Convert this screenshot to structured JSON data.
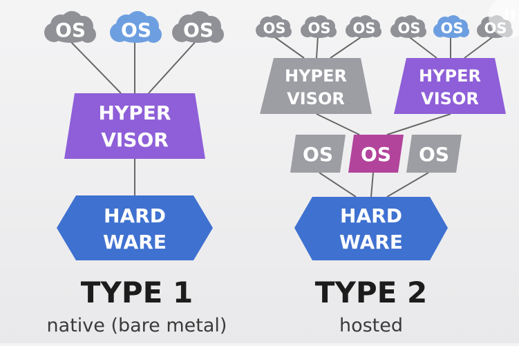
{
  "type1": {
    "os_labels": [
      "OS",
      "OS",
      "OS"
    ],
    "hypervisor": [
      "HYPER",
      "VISOR"
    ],
    "hardware": [
      "HARD",
      "WARE"
    ],
    "title": "TYPE 1",
    "subtitle": "native (bare metal)"
  },
  "type2": {
    "top_os_labels": [
      "OS",
      "OS",
      "OS",
      "OS",
      "OS",
      "OS"
    ],
    "hypervisor_left": [
      "HYPER",
      "VISOR"
    ],
    "hypervisor_right": [
      "HYPER",
      "VISOR"
    ],
    "mid_os_labels": [
      "OS",
      "OS",
      "OS"
    ],
    "hardware": [
      "HARD",
      "WARE"
    ],
    "title": "TYPE 2",
    "subtitle": "hosted"
  },
  "colors": {
    "cloud_gray": "#8f9196",
    "cloud_blue": "#6d9fe0",
    "hypervisor_purple": "#8e5fd8",
    "hypervisor_gray": "#9d9ea4",
    "os_box_gray": "#9d9ea4",
    "os_box_magenta": "#b2449c",
    "hardware_blue": "#3f71d0"
  },
  "player_overlay": {
    "icon": "pause-icon"
  }
}
